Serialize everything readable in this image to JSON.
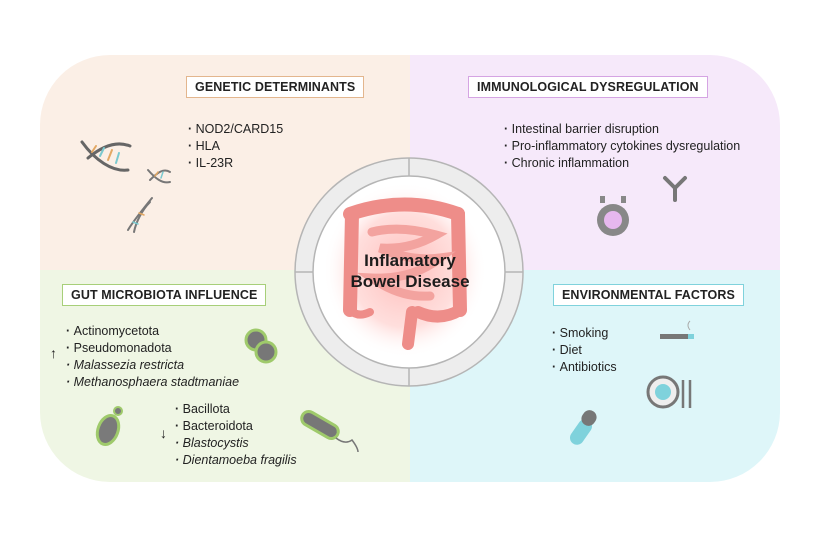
{
  "center": {
    "title_line1": "Inflamatory",
    "title_line2": "Bowel Disease"
  },
  "genetic": {
    "title": "GENETIC DETERMINANTS",
    "items": [
      "NOD2/CARD15",
      "HLA",
      "IL-23R"
    ]
  },
  "immunological": {
    "title": "IMMUNOLOGICAL DYSREGULATION",
    "items": [
      "Intestinal barrier disruption",
      "Pro-inflammatory cytokines dysregulation",
      "Chronic inflammation"
    ]
  },
  "gut": {
    "title": "GUT MICROBIOTA INFLUENCE",
    "up_arrow": "↑",
    "down_arrow": "↓",
    "increased": [
      "Actinomycetota",
      "Pseudomonadota",
      "Malassezia restricta",
      "Methanosphaera stadtmaniae"
    ],
    "decreased": [
      "Bacillota",
      "Bacteroidota",
      "Blastocystis",
      "Dientamoeba fragilis"
    ]
  },
  "environmental": {
    "title": "ENVIRONMENTAL FACTORS",
    "items": [
      "Smoking",
      "Diet",
      "Antibiotics"
    ]
  },
  "icons": [
    "dna-icon",
    "antibody-icon",
    "immune-cell-icon",
    "bacteria-icon",
    "cigarette-icon",
    "plate-icon",
    "pill-icon",
    "intestine-icon"
  ],
  "colors": {
    "genetic_bg": "#fbefe6",
    "immuno_bg": "#f6e9fa",
    "gut_bg": "#eff6e4",
    "env_bg": "#def6f9",
    "intestine": "#f08a86"
  }
}
